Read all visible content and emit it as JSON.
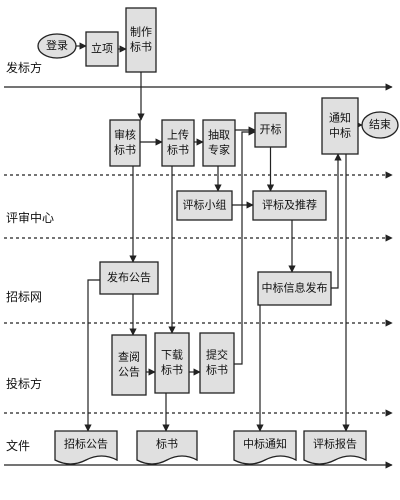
{
  "lanes": [
    {
      "id": "l1",
      "label": "发标方"
    },
    {
      "id": "l2",
      "label": "评审中心"
    },
    {
      "id": "l3",
      "label": "招标网"
    },
    {
      "id": "l4",
      "label": "投标方"
    },
    {
      "id": "l5",
      "label": "文件"
    }
  ],
  "nodes": [
    {
      "id": "start",
      "shape": "oval",
      "lines": [
        "登录"
      ]
    },
    {
      "id": "lixiang",
      "shape": "rect",
      "lines": [
        "立项"
      ]
    },
    {
      "id": "zhizuo",
      "shape": "rect",
      "lines": [
        "制作",
        "标书"
      ]
    },
    {
      "id": "shenhe",
      "shape": "rect",
      "lines": [
        "审核",
        "标书"
      ]
    },
    {
      "id": "shangchuan",
      "shape": "rect",
      "lines": [
        "上传",
        "标书"
      ]
    },
    {
      "id": "chouqu",
      "shape": "rect",
      "lines": [
        "抽取",
        "专家"
      ]
    },
    {
      "id": "kaibiao",
      "shape": "rect",
      "lines": [
        "开标"
      ]
    },
    {
      "id": "tongzhi",
      "shape": "rect",
      "lines": [
        "通知",
        "中标"
      ]
    },
    {
      "id": "end",
      "shape": "oval",
      "lines": [
        "结束"
      ]
    },
    {
      "id": "pingbiao_xz",
      "shape": "rect",
      "lines": [
        "评标小组"
      ]
    },
    {
      "id": "pingbiao_tj",
      "shape": "rect",
      "lines": [
        "评标及推荐"
      ]
    },
    {
      "id": "fabu",
      "shape": "rect",
      "lines": [
        "发布公告"
      ]
    },
    {
      "id": "zhongbiao_fb",
      "shape": "rect",
      "lines": [
        "中标信息发布"
      ]
    },
    {
      "id": "chayue",
      "shape": "rect",
      "lines": [
        "查阅",
        "公告"
      ]
    },
    {
      "id": "xiazai",
      "shape": "rect",
      "lines": [
        "下载",
        "标书"
      ]
    },
    {
      "id": "tijiao",
      "shape": "rect",
      "lines": [
        "提交",
        "标书"
      ]
    },
    {
      "id": "doc_gonggao",
      "shape": "doc",
      "lines": [
        "招标公告"
      ]
    },
    {
      "id": "doc_biaoshu",
      "shape": "doc",
      "lines": [
        "标书"
      ]
    },
    {
      "id": "doc_tongzhi",
      "shape": "doc",
      "lines": [
        "中标通知"
      ]
    },
    {
      "id": "doc_baogao",
      "shape": "doc",
      "lines": [
        "评标报告"
      ]
    }
  ],
  "edges": [
    {
      "from": "start",
      "to": "lixiang"
    },
    {
      "from": "lixiang",
      "to": "zhizuo"
    },
    {
      "from": "zhizuo",
      "to": "shenhe"
    },
    {
      "from": "shenhe",
      "to": "shangchuan"
    },
    {
      "from": "shangchuan",
      "to": "chouqu"
    },
    {
      "from": "chouqu",
      "to": "kaibiao"
    },
    {
      "from": "tongzhi",
      "to": "end"
    },
    {
      "from": "chouqu",
      "to": "pingbiao_xz"
    },
    {
      "from": "pingbiao_xz",
      "to": "pingbiao_tj"
    },
    {
      "from": "kaibiao",
      "to": "pingbiao_tj"
    },
    {
      "from": "pingbiao_tj",
      "to": "zhongbiao_fb"
    },
    {
      "from": "zhongbiao_fb",
      "to": "tongzhi"
    },
    {
      "from": "shenhe",
      "to": "fabu"
    },
    {
      "from": "fabu",
      "to": "chayue"
    },
    {
      "from": "chayue",
      "to": "xiazai"
    },
    {
      "from": "xiazai",
      "to": "tijiao"
    },
    {
      "from": "tijiao",
      "to": "kaibiao"
    },
    {
      "from": "shangchuan",
      "to": "xiazai"
    },
    {
      "from": "fabu",
      "to": "doc_gonggao"
    },
    {
      "from": "xiazai",
      "to": "doc_biaoshu"
    },
    {
      "from": "zhongbiao_fb",
      "to": "doc_tongzhi"
    },
    {
      "from": "tongzhi",
      "to": "doc_baogao"
    }
  ]
}
